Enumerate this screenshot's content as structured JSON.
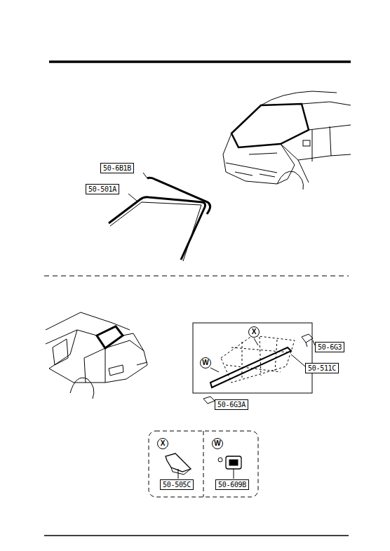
{
  "diagram": {
    "nodes": [
      {
        "text": [
          "50-6B1B"
        ]
      },
      {
        "text": [
          "50-501A"
        ]
      },
      {
        "text": [
          "X"
        ]
      },
      {
        "text": [
          "50-6G3"
        ]
      },
      {
        "text": [
          "W"
        ]
      },
      {
        "text": [
          "50-511C"
        ]
      },
      {
        "text": [
          "50-6G3A"
        ]
      },
      {
        "text": [
          "X"
        ]
      },
      {
        "text": [
          "W"
        ]
      },
      {
        "text": [
          "50-505C"
        ]
      },
      {
        "text": [
          "50-609B"
        ]
      }
    ]
  }
}
